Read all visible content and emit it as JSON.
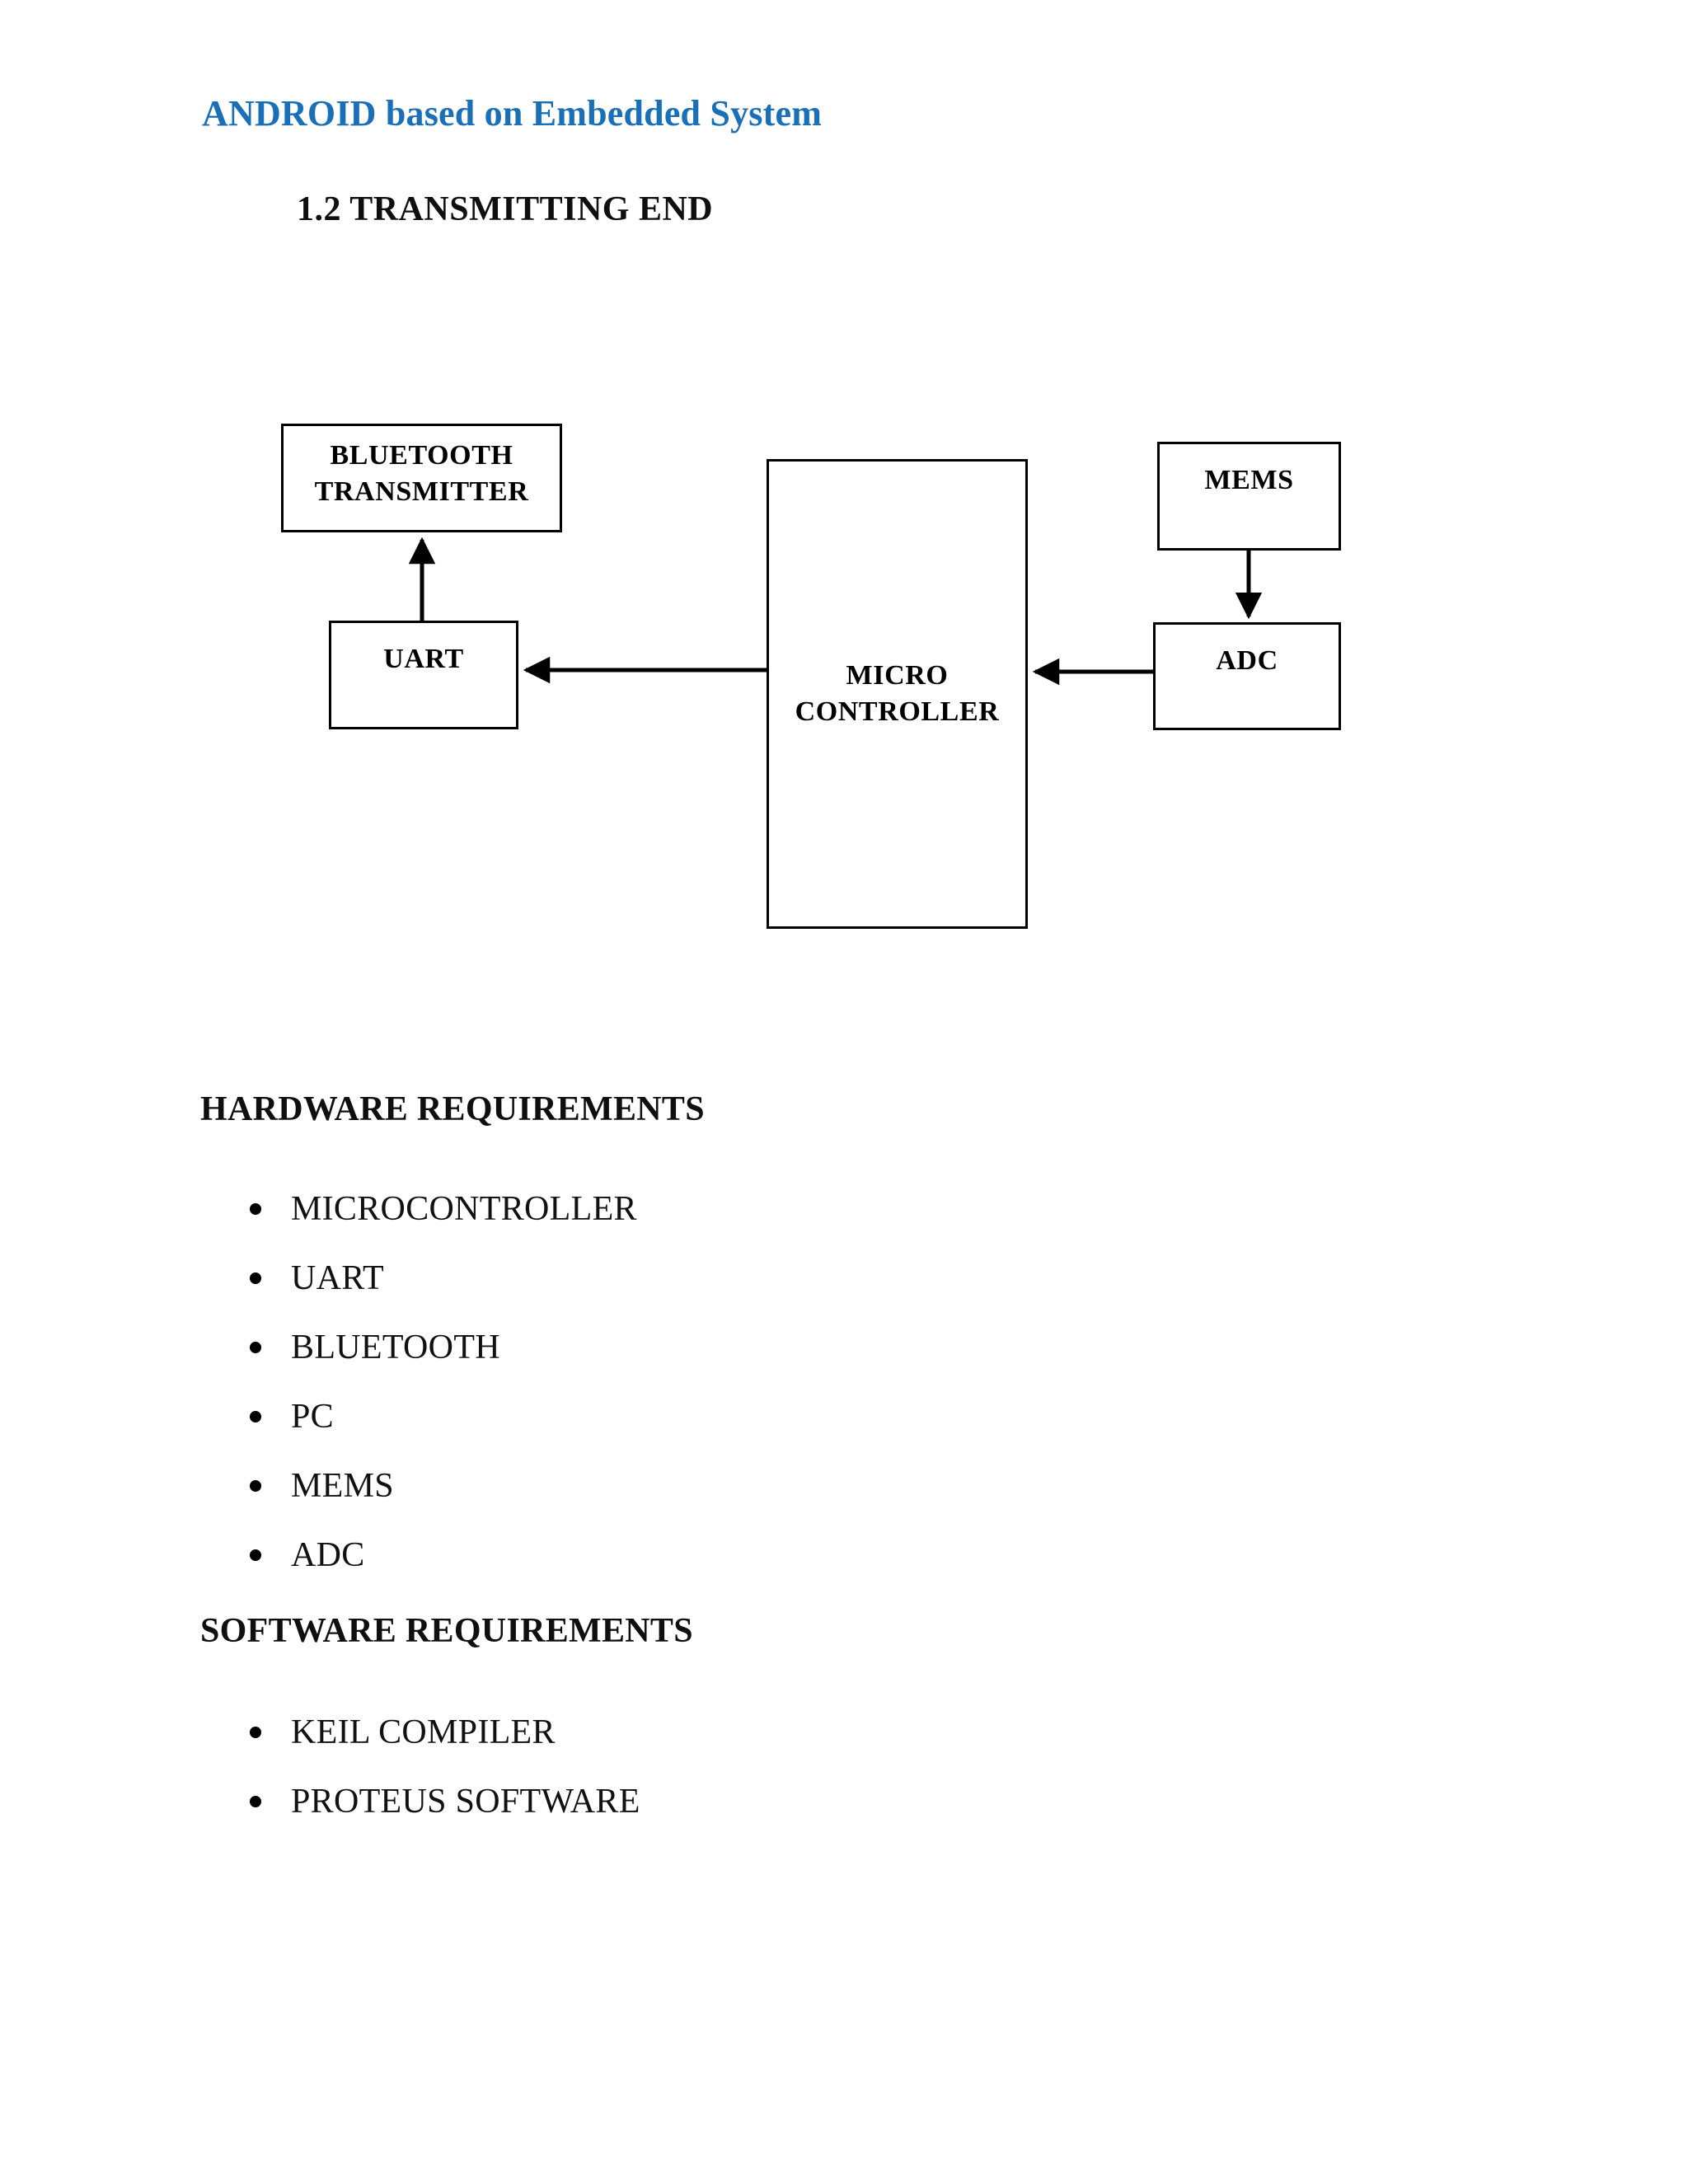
{
  "page": {
    "background_color": "#ffffff",
    "header_color": "#1a70b8",
    "text_color": "#000000"
  },
  "header": {
    "title": "ANDROID based on Embedded System"
  },
  "section": {
    "heading": "1.2 TRANSMITTING  END"
  },
  "diagram": {
    "nodes": [
      {
        "id": "bluetooth",
        "label": "BLUETOOTH\nTRANSMITTER"
      },
      {
        "id": "uart",
        "label": "UART"
      },
      {
        "id": "micro",
        "label": "MICRO\nCONTROLLER"
      },
      {
        "id": "mems",
        "label": "MEMS"
      },
      {
        "id": "adc",
        "label": "ADC"
      }
    ],
    "edges": [
      {
        "from": "uart",
        "to": "bluetooth",
        "direction": "up"
      },
      {
        "from": "micro",
        "to": "uart",
        "direction": "left"
      },
      {
        "from": "mems",
        "to": "adc",
        "direction": "down"
      },
      {
        "from": "adc",
        "to": "micro",
        "direction": "left"
      }
    ]
  },
  "hardware": {
    "heading": "HARDWARE  REQUIREMENTS",
    "items": [
      "MICROCONTROLLER",
      "UART",
      "BLUETOOTH",
      "PC",
      "MEMS",
      "ADC"
    ]
  },
  "software": {
    "heading": "SOFTWARE REQUIREMENTS",
    "items": [
      "KEIL COMPILER",
      "PROTEUS SOFTWARE"
    ]
  }
}
